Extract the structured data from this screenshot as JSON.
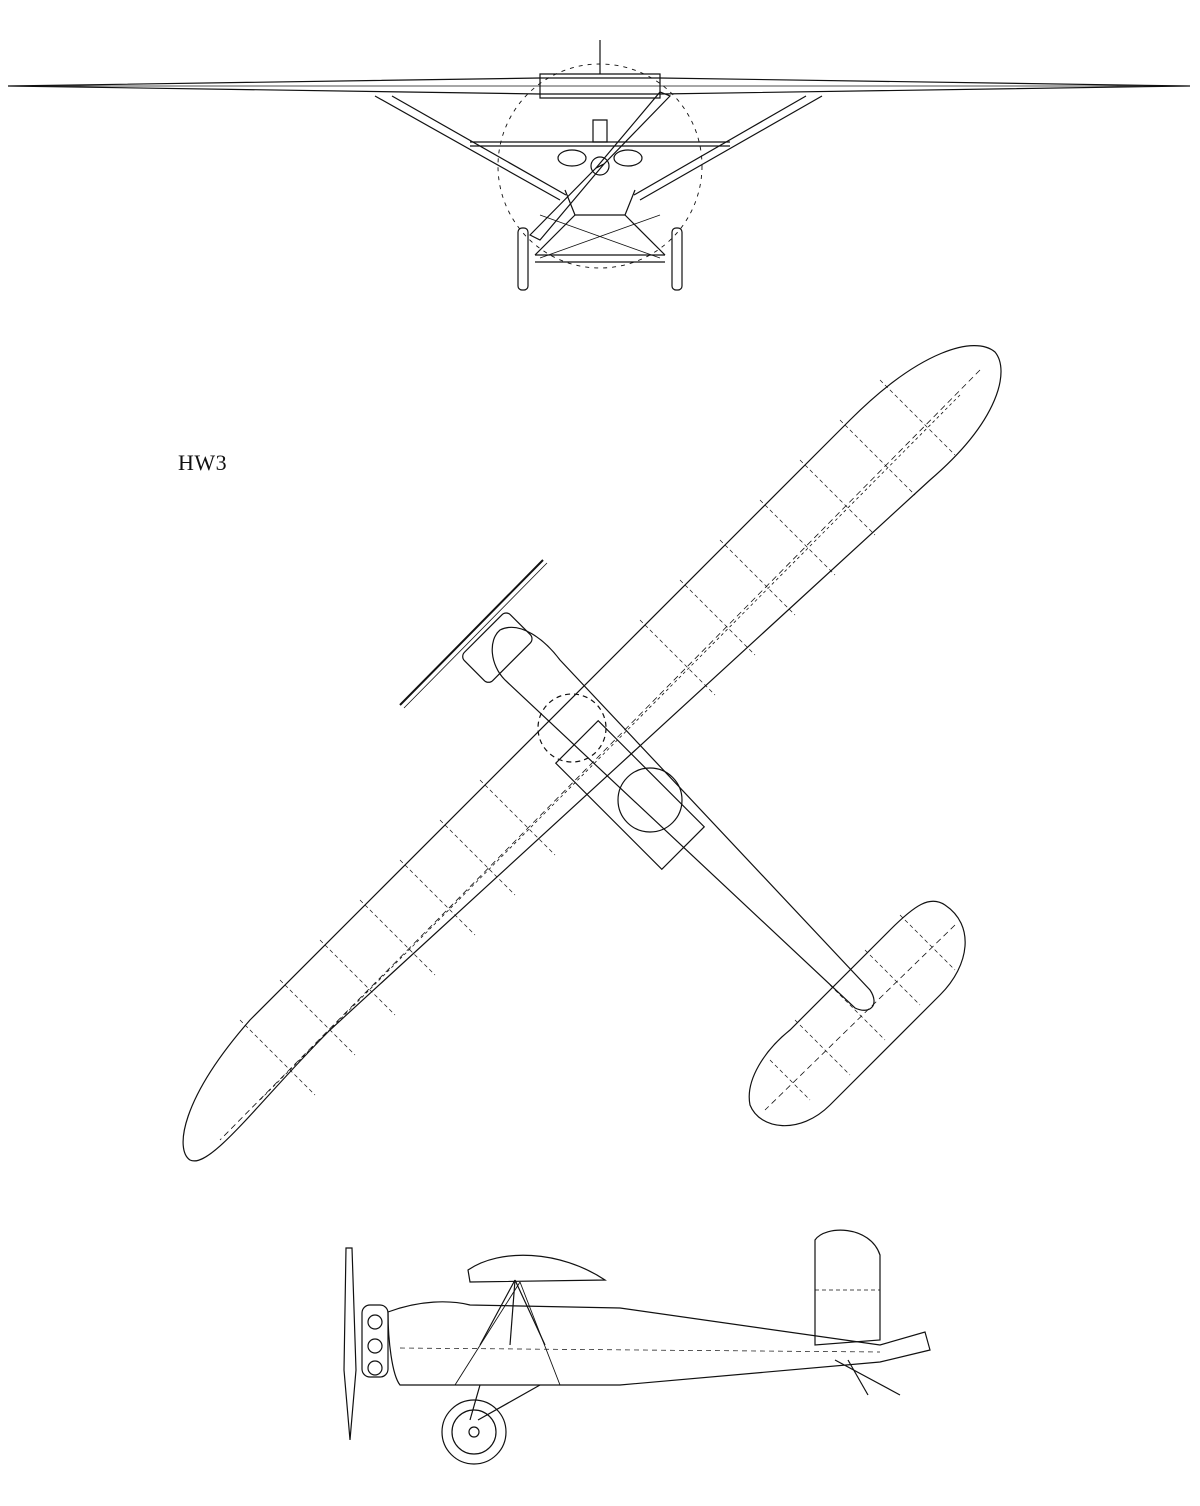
{
  "drawing": {
    "designation": "HW3",
    "line_color": "#111111",
    "background": "#ffffff",
    "views": [
      "front-view",
      "top-view",
      "side-view"
    ]
  }
}
